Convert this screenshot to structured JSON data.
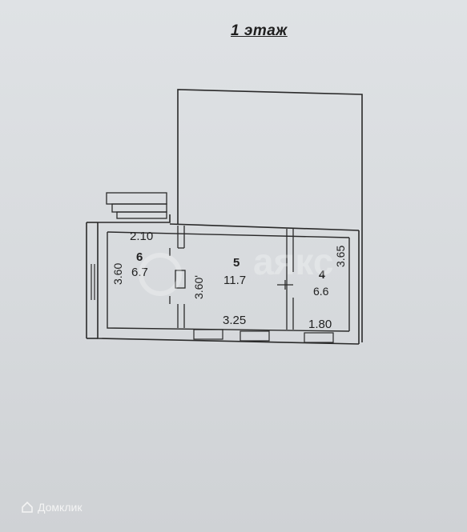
{
  "plan": {
    "title": "1 этаж",
    "rooms": [
      {
        "number": "6",
        "area": "6.7"
      },
      {
        "number": "5",
        "area": "11.7"
      },
      {
        "number": "4",
        "area": "6.6"
      }
    ],
    "dimensions": {
      "d_210": "2.10",
      "d_360_left": "3.60",
      "d_360_mid": "3.60'",
      "d_325": "3.25",
      "d_180": "1.80",
      "d_365": "3.65"
    }
  },
  "watermark": {
    "text": "аякс"
  },
  "brand": {
    "name": "Домклик"
  },
  "colors": {
    "line": "#2a2a2a",
    "paper": "#dcdfe2"
  }
}
